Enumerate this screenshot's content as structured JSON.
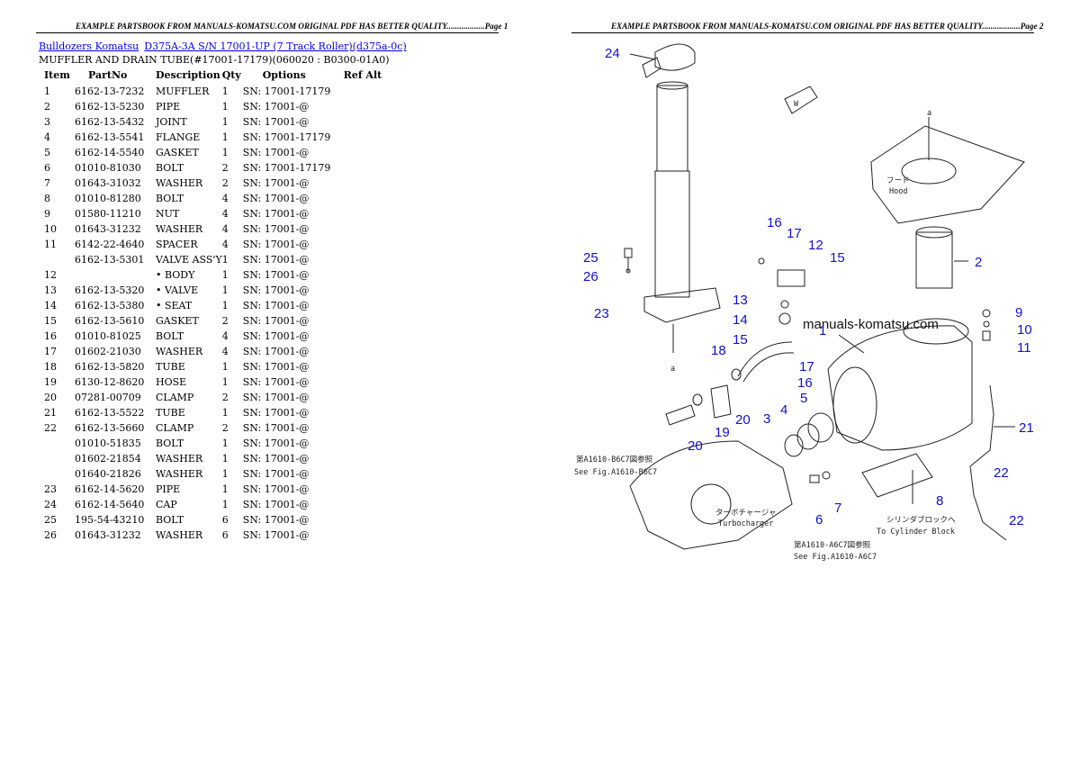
{
  "header": {
    "page1": "EXAMPLE PARTSBOOK FROM MANUALS-KOMATSU.COM ORIGINAL PDF HAS BETTER QUALITY..................Page 1",
    "page2": "EXAMPLE PARTSBOOK FROM MANUALS-KOMATSU.COM ORIGINAL PDF HAS BETTER QUALITY..................Page 2"
  },
  "breadcrumb": {
    "link1": "Bulldozers Komatsu",
    "link2": "D375A-3A S/N 17001-UP (7 Track Roller)(d375a-0c)"
  },
  "subtitle": "MUFFLER AND DRAIN TUBE(#17001-17179)(060020 : B0300-01A0)",
  "table": {
    "headers": [
      "Item",
      "PartNo",
      "Description",
      "Qty",
      "Options",
      "Ref Alt"
    ],
    "rows": [
      [
        "1",
        "6162-13-7232",
        "MUFFLER",
        "1",
        "SN: 17001-17179"
      ],
      [
        "2",
        "6162-13-5230",
        "PIPE",
        "1",
        "SN: 17001-@"
      ],
      [
        "3",
        "6162-13-5432",
        "JOINT",
        "1",
        "SN: 17001-@"
      ],
      [
        "4",
        "6162-13-5541",
        "FLANGE",
        "1",
        "SN: 17001-17179"
      ],
      [
        "5",
        "6162-14-5540",
        "GASKET",
        "1",
        "SN: 17001-@"
      ],
      [
        "6",
        "01010-81030",
        "BOLT",
        "2",
        "SN: 17001-17179"
      ],
      [
        "7",
        "01643-31032",
        "WASHER",
        "2",
        "SN: 17001-@"
      ],
      [
        "8",
        "01010-81280",
        "BOLT",
        "4",
        "SN: 17001-@"
      ],
      [
        "9",
        "01580-11210",
        "NUT",
        "4",
        "SN: 17001-@"
      ],
      [
        "10",
        "01643-31232",
        "WASHER",
        "4",
        "SN: 17001-@"
      ],
      [
        "11",
        "6142-22-4640",
        "SPACER",
        "4",
        "SN: 17001-@"
      ],
      [
        "",
        "6162-13-5301",
        "VALVE ASS'Y",
        "1",
        "SN: 17001-@"
      ],
      [
        "12",
        "",
        "• BODY",
        "1",
        "SN: 17001-@"
      ],
      [
        "13",
        "6162-13-5320",
        "• VALVE",
        "1",
        "SN: 17001-@"
      ],
      [
        "14",
        "6162-13-5380",
        "• SEAT",
        "1",
        "SN: 17001-@"
      ],
      [
        "15",
        "6162-13-5610",
        "GASKET",
        "2",
        "SN: 17001-@"
      ],
      [
        "16",
        "01010-81025",
        "BOLT",
        "4",
        "SN: 17001-@"
      ],
      [
        "17",
        "01602-21030",
        "WASHER",
        "4",
        "SN: 17001-@"
      ],
      [
        "18",
        "6162-13-5820",
        "TUBE",
        "1",
        "SN: 17001-@"
      ],
      [
        "19",
        "6130-12-8620",
        "HOSE",
        "1",
        "SN: 17001-@"
      ],
      [
        "20",
        "07281-00709",
        "CLAMP",
        "2",
        "SN: 17001-@"
      ],
      [
        "21",
        "6162-13-5522",
        "TUBE",
        "1",
        "SN: 17001-@"
      ],
      [
        "22",
        "6162-13-5660",
        "CLAMP",
        "2",
        "SN: 17001-@"
      ],
      [
        "",
        "01010-51835",
        "BOLT",
        "1",
        "SN: 17001-@"
      ],
      [
        "",
        "01602-21854",
        "WASHER",
        "1",
        "SN: 17001-@"
      ],
      [
        "",
        "01640-21826",
        "WASHER",
        "1",
        "SN: 17001-@"
      ],
      [
        "23",
        "6162-14-5620",
        "PIPE",
        "1",
        "SN: 17001-@"
      ],
      [
        "24",
        "6162-14-5640",
        "CAP",
        "1",
        "SN: 17001-@"
      ],
      [
        "25",
        "195-54-43210",
        "BOLT",
        "6",
        "SN: 17001-@"
      ],
      [
        "26",
        "01643-31232",
        "WASHER",
        "6",
        "SN: 17001-@"
      ]
    ]
  },
  "diagram": {
    "watermark": "manuals-komatsu.com",
    "hood_jp": "フード",
    "hood_en": "Hood",
    "turbo_jp": "ターボチャージャ",
    "turbo_en": "Turbocharger",
    "cyl_jp": "シリンダブロックへ",
    "cyl_en": "To Cylinder Block",
    "see1_jp": "第A1610-B6C7図参照",
    "see1_en": "See Fig.A1610-B6C7",
    "see2_jp": "第A1610-A6C7図参照",
    "see2_en": "See Fig.A1610-A6C7",
    "arrow_w": "W",
    "ref_a": "a",
    "labels": [
      "24",
      "16",
      "17",
      "12",
      "15",
      "2",
      "25",
      "26",
      "13",
      "14",
      "9",
      "10",
      "15",
      "11",
      "23",
      "18",
      "17",
      "16",
      "5",
      "4",
      "3",
      "21",
      "20",
      "19",
      "22",
      "20",
      "8",
      "7",
      "6",
      "22",
      "1"
    ]
  }
}
